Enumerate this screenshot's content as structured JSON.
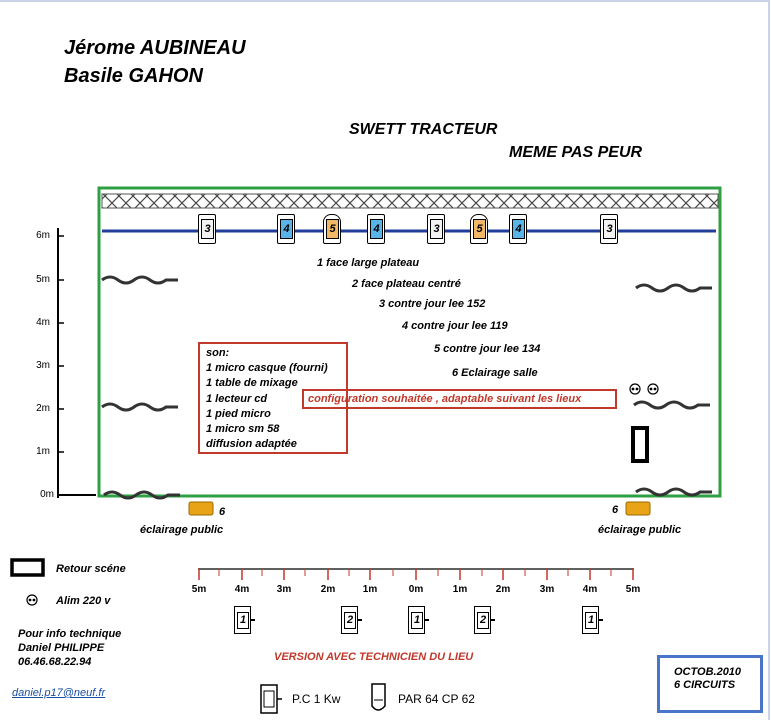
{
  "authors": [
    "Jérome AUBINEAU",
    "Basile GAHON"
  ],
  "titles": [
    "SWETT TRACTEUR",
    "MEME PAS PEUR"
  ],
  "y_axis_labels": [
    "6m",
    "5m",
    "4m",
    "3m",
    "2m",
    "1m",
    "0m"
  ],
  "lights": [
    {
      "number": "3",
      "kind": "pc"
    },
    {
      "number": "4",
      "kind": "pc-blue"
    },
    {
      "number": "5",
      "kind": "par"
    },
    {
      "number": "4",
      "kind": "pc-blue"
    },
    {
      "number": "3",
      "kind": "pc"
    },
    {
      "number": "5",
      "kind": "par"
    },
    {
      "number": "4",
      "kind": "pc-blue"
    },
    {
      "number": "3",
      "kind": "pc"
    }
  ],
  "circuit_legend": [
    "1 face large plateau",
    "2 face  plateau centré",
    "3 contre jour lee 152",
    "4 contre jour lee 119",
    "5 contre jour  lee 134",
    "6 Eclairage salle"
  ],
  "son": {
    "title": "son:",
    "items": [
      "1 micro casque (fourni)",
      "1 table de mixage",
      "1 lecteur cd",
      "1 pied micro",
      "1 micro sm 58",
      "diffusion adaptée"
    ]
  },
  "config_note": "configuration souhaitée , adaptable suivant les lieux",
  "public_lights": [
    {
      "number": "6",
      "label": "éclairage public"
    },
    {
      "number": "6",
      "label": "éclairage public"
    }
  ],
  "ruler_labels": [
    "5m",
    "4m",
    "3m",
    "2m",
    "1m",
    "0m",
    "1m",
    "2m",
    "3m",
    "4m",
    "5m"
  ],
  "front_lights": [
    "1",
    "2",
    "1",
    "2",
    "1"
  ],
  "legend": {
    "retour": "Retour scéne",
    "alim": "Alim 220 v",
    "pc": "P.C 1 Kw",
    "par": "PAR 64  CP 62"
  },
  "contact": [
    "Pour info technique",
    "Daniel PHILIPPE",
    "06.46.68.22.94"
  ],
  "version_note": "VERSION AVEC TECHNICIEN DU LIEU",
  "email": "daniel.p17@neuf.fr",
  "date_box": [
    "OCTOB.2010",
    "6 CIRCUITS"
  ],
  "colors": {
    "stage_border": "#2ea043",
    "lighting_bar": "#1f3d99",
    "red_note": "#c0392b",
    "pc_blue_fill": "#5ab4e8",
    "par_fill": "#f2b868",
    "public_light": "#e8a317",
    "date_frame": "#4a74c9"
  }
}
